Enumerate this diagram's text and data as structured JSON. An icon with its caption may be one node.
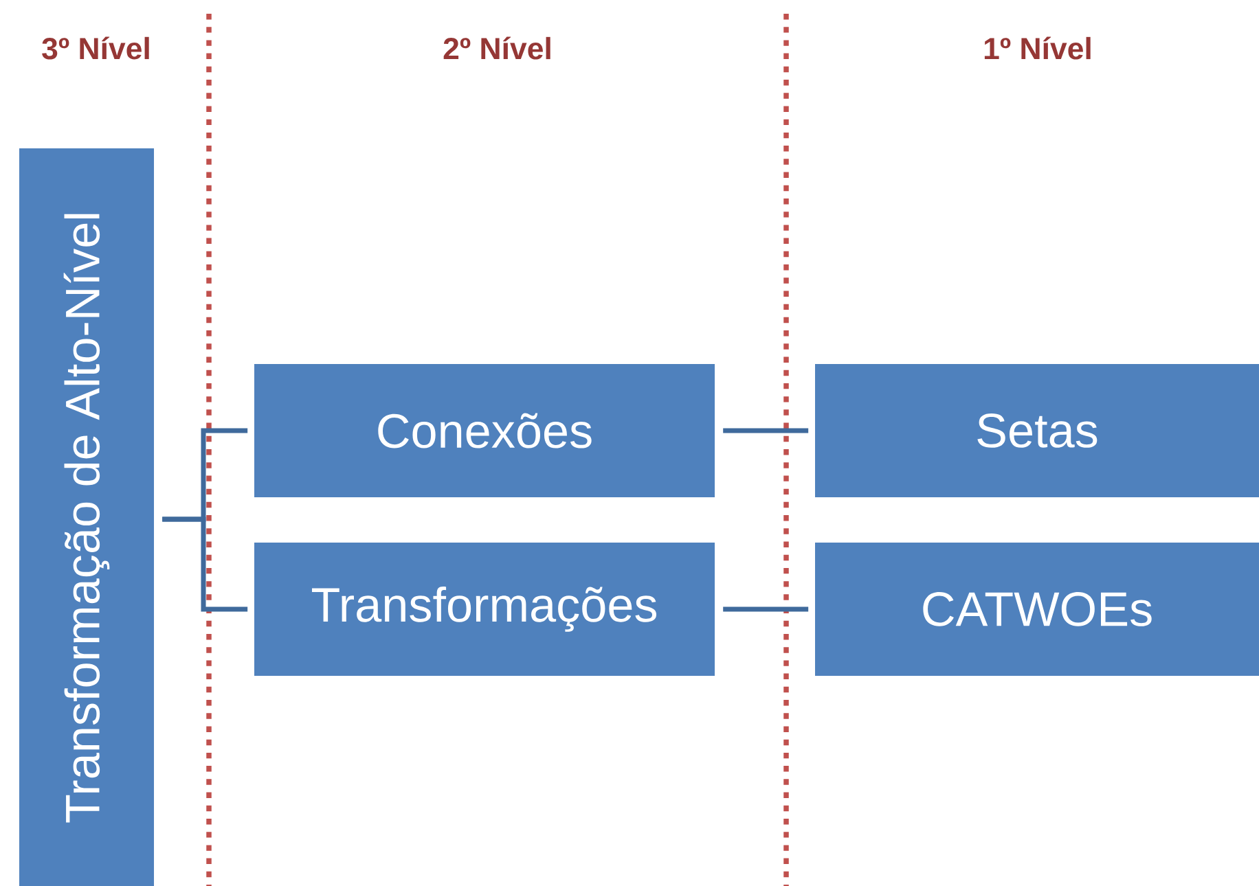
{
  "diagram": {
    "nodes": [
      {
        "text": [
          "Transformação de Alto-Nível"
        ]
      },
      {
        "text": [
          "Conexões"
        ]
      },
      {
        "text": [
          "Transformações"
        ]
      },
      {
        "text": [
          "Setas"
        ]
      },
      {
        "text": [
          "CATWOEs"
        ]
      }
    ],
    "edges": [
      {
        "from": 0,
        "to": 1,
        "arrow": "none"
      },
      {
        "from": 0,
        "to": 2,
        "arrow": "none"
      },
      {
        "from": 1,
        "to": 3,
        "arrow": "none"
      },
      {
        "from": 2,
        "to": 4,
        "arrow": "none"
      }
    ],
    "labels": [
      "3º Nível",
      "2º Nível",
      "1º Nível"
    ]
  }
}
